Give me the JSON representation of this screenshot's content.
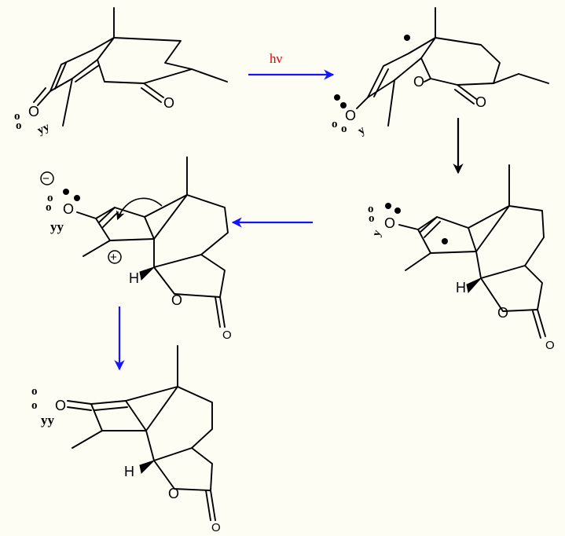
{
  "colors": {
    "background": "#fdfdf4",
    "bond": "#000000",
    "reaction_arrow": "#1414ff",
    "step_arrow": "#000000",
    "hv_label": "#e00000"
  },
  "reaction": {
    "hv_label": "hν"
  },
  "atoms": {
    "oxygen": "O",
    "hydrogen": "H",
    "lone_pair": "o",
    "lone_pair_y": "y",
    "lone_pair_yy": "yy",
    "minus": "−",
    "plus": "+"
  }
}
